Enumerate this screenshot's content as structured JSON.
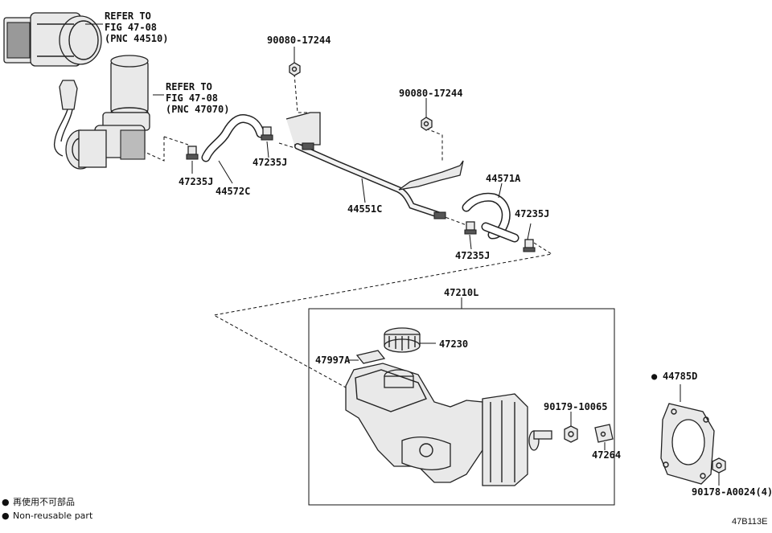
{
  "labels": {
    "ref1_line1": "REFER TO",
    "ref1_line2": "FIG 47-08",
    "ref1_line3": "(PNC 44510)",
    "ref2_line1": "REFER TO",
    "ref2_line2": "FIG 47-08",
    "ref2_line3": "(PNC 47070)",
    "p_90080_top": "90080-17244",
    "p_90080_mid": "90080-17244",
    "p_47235J_a": "47235J",
    "p_44572C": "44572C",
    "p_47235J_b": "47235J",
    "p_44551C": "44551C",
    "p_44571A": "44571A",
    "p_47235J_c": "47235J",
    "p_47235J_d": "47235J",
    "p_47210L": "47210L",
    "p_47230": "47230",
    "p_47997A": "47997A",
    "p_90179": "90179-10065",
    "p_47264": "47264",
    "p_44785D": "44785D",
    "p_90178": "90178-A0024(4)"
  },
  "legend": {
    "line1": "再使用不可部品",
    "line2": "Non-reusable part",
    "bullet": "●"
  },
  "marker": {
    "non_reusable_bullet": "●"
  },
  "drawing_code": "47B113E"
}
